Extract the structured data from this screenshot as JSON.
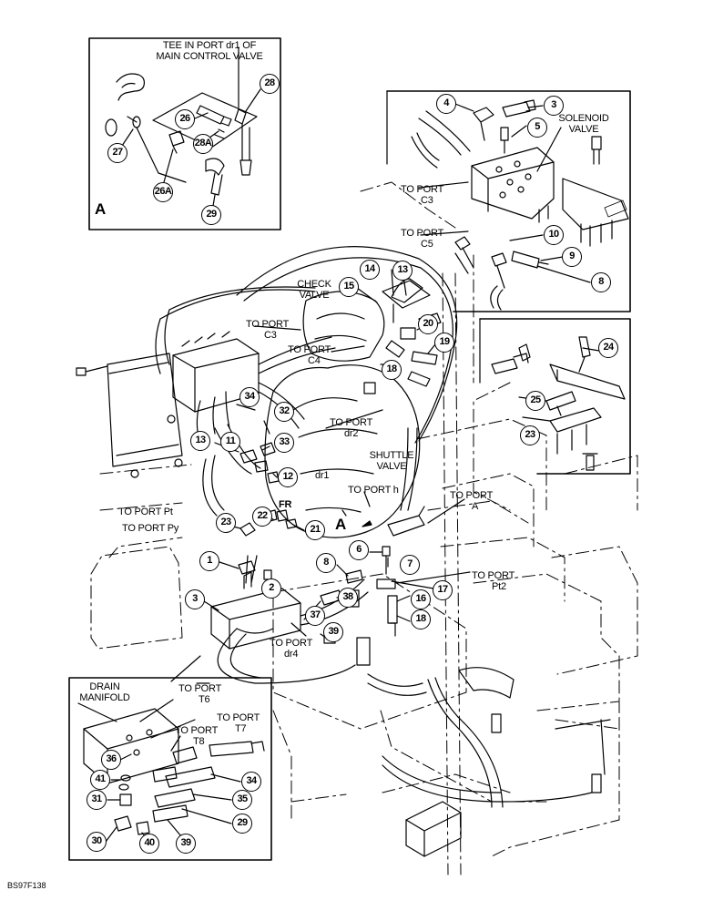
{
  "figure": {
    "inset_a_label": "A",
    "arrow_label": "A",
    "doc_id": "BS97F138"
  },
  "labels": {
    "tee_in_port_1": "TEE IN PORT dr1 OF",
    "tee_in_port_2": "MAIN CONTROL VALVE",
    "solenoid_valve_1": "SOLENOID",
    "solenoid_valve_2": "VALVE",
    "to_port_c3_top_1": "TO PORT",
    "to_port_c3_top_2": "C3",
    "to_port_c5_1": "TO PORT",
    "to_port_c5_2": "C5",
    "check_valve_1": "CHECK",
    "check_valve_2": "VALVE",
    "to_port_c3_1": "TO PORT",
    "to_port_c3_2": "C3",
    "to_port_c4_1": "TO PORT",
    "to_port_c4_2": "C4",
    "to_port_dr2_1": "TO PORT",
    "to_port_dr2_2": "dr2",
    "shuttle_valve_1": "SHUTTLE",
    "shuttle_valve_2": "VALVE",
    "dr1": "dr1",
    "to_port_pt": "TO PORT Pt",
    "to_port_h": "TO PORT h",
    "fr": "FR",
    "to_port_py": "TO PORT Py",
    "to_port_a_1": "TO PORT",
    "to_port_a_2": "A",
    "to_port_pt2_1": "TO PORT",
    "to_port_pt2_2": "Pt2",
    "to_port_dr4_1": "TO PORT",
    "to_port_dr4_2": "dr4",
    "drain_manifold_1": "DRAIN",
    "drain_manifold_2": "MANIFOLD",
    "to_port_t6_1": "TO PORT",
    "to_port_t6_2": "T6",
    "to_port_t7_1": "TO PORT",
    "to_port_t7_2": "T7",
    "to_port_t8_1": "TO PORT",
    "to_port_t8_2": "T8"
  },
  "callouts": {
    "c28": "28",
    "c26": "26",
    "c27": "27",
    "c28a": "28A",
    "c26a": "26A",
    "c29": "29",
    "c4": "4",
    "c3": "3",
    "c5": "5",
    "c10": "10",
    "c9": "9",
    "c8": "8",
    "c14": "14",
    "c13": "13",
    "c15": "15",
    "c20": "20",
    "c19": "19",
    "c18": "18",
    "c34": "34",
    "c32": "32",
    "c13b": "13",
    "c11": "11",
    "c33": "33",
    "c12": "12",
    "c22": "22",
    "c23": "23",
    "c21": "21",
    "c24": "24",
    "c25": "25",
    "c23b": "23",
    "c1": "1",
    "c2": "2",
    "c3b": "3",
    "c8b": "8",
    "c6": "6",
    "c7": "7",
    "c38": "38",
    "c37": "37",
    "c39": "39",
    "c16": "16",
    "c17": "17",
    "c18b": "18",
    "c36": "36",
    "c41": "41",
    "c31": "31",
    "c30": "30",
    "c40": "40",
    "c39b": "39",
    "c29b": "29",
    "c35": "35",
    "c34b": "34"
  }
}
